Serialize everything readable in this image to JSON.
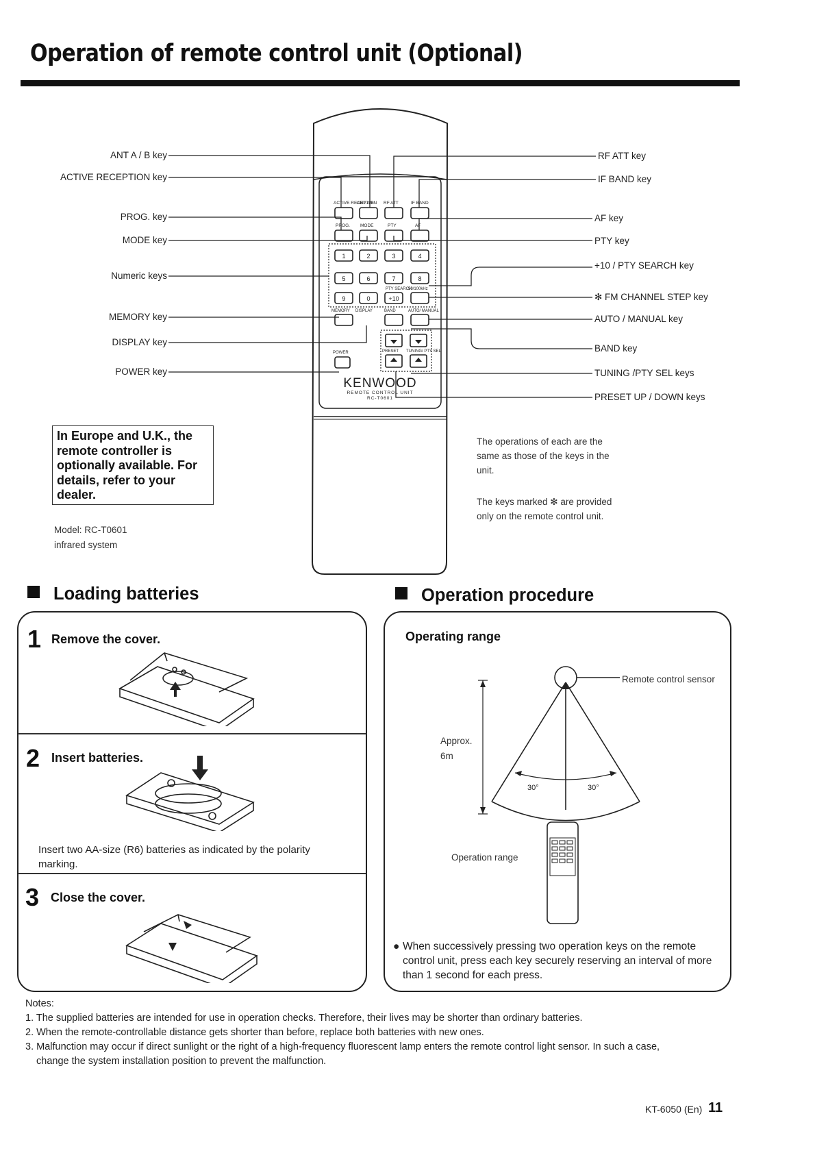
{
  "page": {
    "title": "Operation of remote control unit (Optional)",
    "footer_model": "KT-6050 (En)",
    "page_number": "11"
  },
  "remote_labels": {
    "left": [
      "ANT A / B key",
      "ACTIVE RECEPTION key",
      "PROG. key",
      "MODE key",
      "Numeric keys",
      "MEMORY key",
      "DISPLAY key",
      "POWER key"
    ],
    "right": [
      "RF ATT key",
      "IF BAND key",
      "AF key",
      "PTY key",
      "+10 / PTY SEARCH key",
      "✻ FM CHANNEL STEP key",
      "AUTO / MANUAL key",
      "BAND key",
      "TUNING /PTY SEL keys",
      "PRESET UP / DOWN keys"
    ]
  },
  "remote_face": {
    "row1": [
      "ACTIVE RECEPTION",
      "ANT A/B",
      "RF ATT",
      "IF BAND"
    ],
    "row2": [
      "PROG.",
      "MODE",
      "PTY",
      "AF"
    ],
    "numbers": [
      "1",
      "2",
      "3",
      "4",
      "5",
      "6",
      "7",
      "8",
      "9",
      "0"
    ],
    "plus10": "+10",
    "pty_search": "PTY SEARCH",
    "step": "50/100kHz",
    "row4": [
      "MEMORY",
      "DISPLAY",
      "BAND",
      "AUTO/ MANUAL"
    ],
    "preset": "PRESET",
    "tuning": "TUNING/ PTY SEL",
    "power": "POWER",
    "brand": "KENWOOD",
    "subtitle": "REMOTE CONTROL UNIT",
    "model": "RC-T0601"
  },
  "europe_note": "In Europe and U.K., the remote controller is optionally available. For details, refer to your dealer.",
  "model_info": [
    "Model: RC-T0601",
    "infrared system"
  ],
  "keys_note_1": [
    "The operations of each are the",
    "same as those of the keys in the",
    "unit."
  ],
  "keys_note_2": [
    "The keys marked ✻ are provided",
    "only on the remote control unit."
  ],
  "loading": {
    "heading": "Loading batteries",
    "steps": [
      {
        "num": "1",
        "title": "Remove the cover."
      },
      {
        "num": "2",
        "title": "Insert batteries."
      },
      {
        "num": "3",
        "title": "Close the cover."
      }
    ],
    "insert_note": [
      "Insert two AA-size (R6) batteries as indicated by the polarity",
      "marking."
    ]
  },
  "operation": {
    "heading": "Operation procedure",
    "subheading": "Operating range",
    "sensor_label": "Remote control sensor",
    "distance": [
      "Approx.",
      "6m"
    ],
    "angle_left": "30°",
    "angle_right": "30°",
    "range_label": "Operation range",
    "bullet": [
      "When successively pressing two operation keys on the remote",
      "control unit, press each key securely reserving an interval of more",
      "than 1 second for each press."
    ]
  },
  "notes": {
    "heading": "Notes:",
    "items": [
      "1. The supplied batteries are intended for use in operation checks. Therefore, their lives may be shorter than ordinary batteries.",
      "2. When the remote-controllable distance gets shorter than before, replace both batteries with new ones.",
      "3. Malfunction may occur if direct sunlight or the right of a high-frequency fluorescent lamp enters the remote control light sensor. In such a case,",
      "change the system installation position to prevent the malfunction."
    ]
  }
}
